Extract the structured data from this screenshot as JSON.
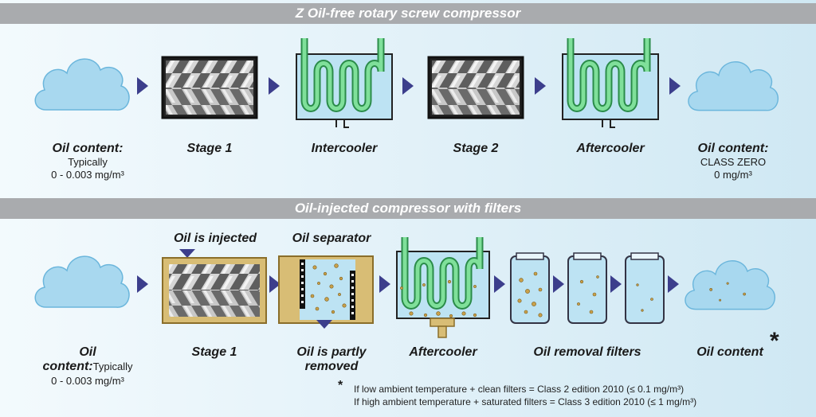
{
  "top": {
    "title": "Z Oil-free rotary screw compressor",
    "inlet_label": "Oil content:",
    "inlet_line1": "Typically",
    "inlet_line2": "0 - 0.003 mg/m³",
    "stage1": "Stage 1",
    "intercooler": "Intercooler",
    "stage2": "Stage 2",
    "aftercooler": "Aftercooler",
    "outlet_label": "Oil content:",
    "outlet_line1": "CLASS ZERO",
    "outlet_line2": "0 mg/m³"
  },
  "bottom": {
    "title": "Oil-injected compressor with filters",
    "injected": "Oil is injected",
    "separator": "Oil separator",
    "inlet_label_1": "Oil",
    "inlet_label_2": "content:",
    "inlet_line1": "Typically",
    "inlet_line2": "0 - 0.003 mg/m³",
    "stage1": "Stage 1",
    "removed_1": "Oil is partly",
    "removed_2": "removed",
    "aftercooler": "Aftercooler",
    "filters": "Oil removal filters",
    "outlet_label": "Oil content",
    "asterisk": "*"
  },
  "footnote": {
    "star": "*",
    "line1": "If low ambient temperature + clean filters = Class 2 edition 2010 (≤ 0.1 mg/m³)",
    "line2": "If high ambient temperature + saturated filters = Class 3 edition 2010 (≤ 1 mg/m³)"
  },
  "colors": {
    "band": "#a9abae",
    "arrow": "#3c3e8c",
    "cloud": "#a8d8ef",
    "coil": "#4cc870",
    "tank": "#bde3f3"
  }
}
